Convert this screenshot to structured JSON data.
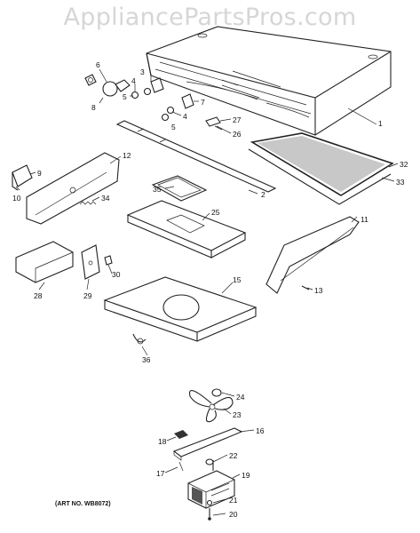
{
  "watermark": "AppliancePartsPros.com",
  "art_number": "(ART NO. WB8072)",
  "callouts": [
    "1",
    "2",
    "3",
    "4",
    "5",
    "6",
    "7",
    "8",
    "9",
    "10",
    "11",
    "12",
    "13",
    "15",
    "16",
    "17",
    "18",
    "19",
    "20",
    "21",
    "22",
    "23",
    "24",
    "25",
    "26",
    "27",
    "28",
    "29",
    "30",
    "32",
    "33",
    "34",
    "35",
    "36",
    "4",
    "5"
  ]
}
